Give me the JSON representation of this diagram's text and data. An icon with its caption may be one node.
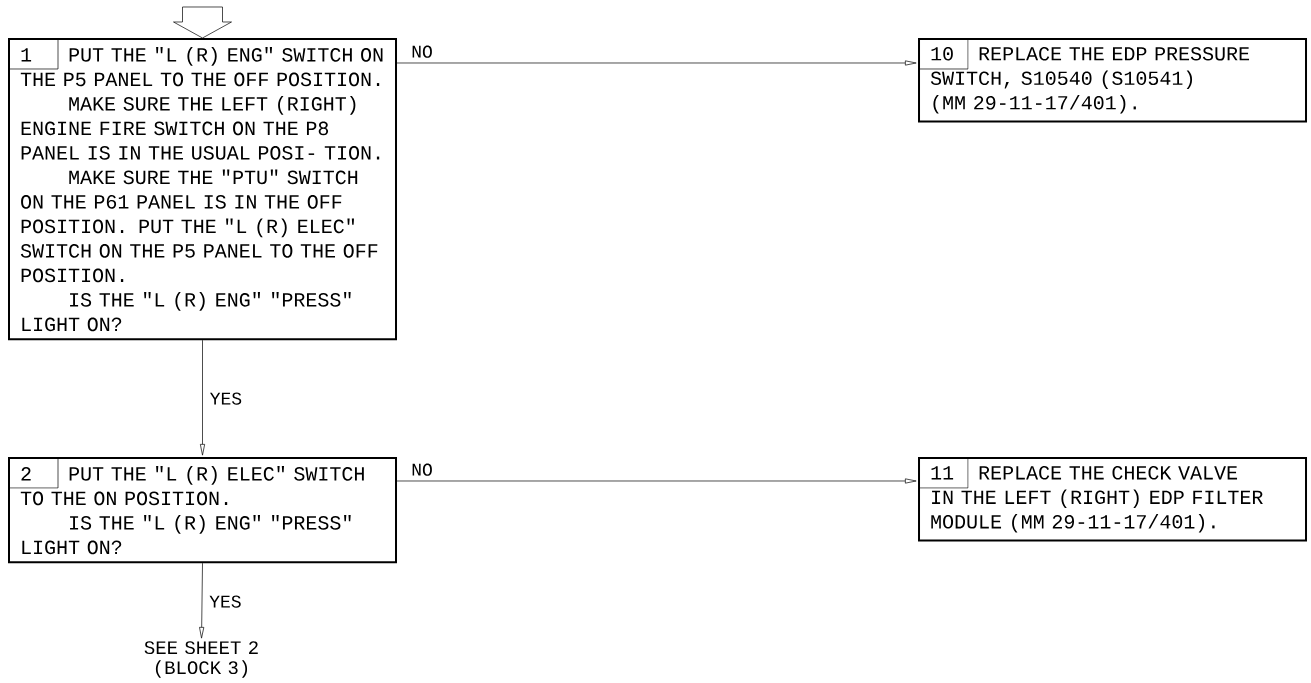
{
  "diagram": {
    "nodes": [
      {
        "text": [
          "1",
          "PUT THE \"L (R) ENG\" SWITCH ON THE P5 PANEL TO THE OFF POSITION.",
          "MAKE SURE THE LEFT (RIGHT) ENGINE FIRE SWITCH ON THE P8 PANEL IS IN THE USUAL POSI- TION.",
          "MAKE SURE THE \"PTU\" SWITCH ON THE P61 PANEL IS IN THE OFF POSITION. PUT THE \"L (R) ELEC\" SWITCH ON THE P5 PANEL TO THE OFF POSITION.",
          "IS THE \"L (R) ENG\" \"PRESS\" LIGHT ON?"
        ]
      },
      {
        "text": [
          "10",
          "REPLACE THE EDP PRESSURE SWITCH, S10540 (S10541)",
          "(MM 29-11-17/401)."
        ]
      },
      {
        "text": [
          "2",
          "PUT THE \"L (R) ELEC\" SWITCH TO THE ON POSITION.",
          "IS THE \"L (R) ENG\" \"PRESS\" LIGHT ON?"
        ]
      },
      {
        "text": [
          "11",
          "REPLACE THE CHECK VALVE IN THE LEFT (RIGHT) EDP FILTER MODULE (MM 29-11-17/401)."
        ]
      },
      {
        "text": [
          "SEE SHEET 2 (BLOCK 3)"
        ]
      }
    ],
    "edges": [
      {
        "from": null,
        "to": 0,
        "arrow": "to"
      },
      {
        "from": 0,
        "to": 1,
        "arrow": "to",
        "label": "NO"
      },
      {
        "from": 0,
        "to": 2,
        "arrow": "to",
        "label": "YES"
      },
      {
        "from": 2,
        "to": 3,
        "arrow": "to",
        "label": "NO"
      },
      {
        "from": 2,
        "to": 4,
        "arrow": "to",
        "label": "YES"
      }
    ]
  }
}
